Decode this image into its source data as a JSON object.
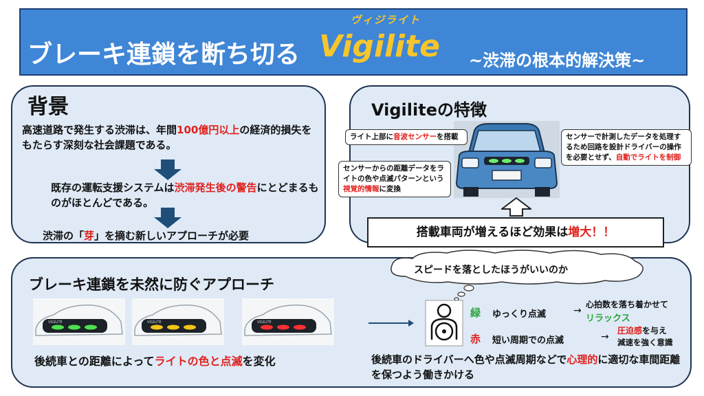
{
  "header": {
    "ruby": "ヴィジライト",
    "title_main": "ブレーキ連鎖を断ち切る",
    "title_brand": "Vigilite",
    "subtitle": "~渋滞の根本的解決策~"
  },
  "background": {
    "heading": "背景",
    "text1_a": "高速道路で発生する渋滞は、年間",
    "text1_b": "100億円以上",
    "text1_c": "の経済的損失をもたらす深刻な社会課題である。",
    "text2_a": "既存の運転支援システムは",
    "text2_b": "渋滞発生後の警告",
    "text2_c": "にとどまるものがほとんどである。",
    "text3_a": "渋滞の「",
    "text3_b": "芽",
    "text3_c": "」を摘む新しいアプローチが必要"
  },
  "features": {
    "heading": "Vigiliteの特徴",
    "callout_a_1": "ライト上部に",
    "callout_a_2": "音波センサー",
    "callout_a_3": "を搭載",
    "callout_b_1": "センサーからの距離データをライトの色や点滅パターンという",
    "callout_b_2": "視覚的情報",
    "callout_b_3": "に変換",
    "callout_c_1": "センサーで計測したデータを処理するため回路を設計ドライバーの操作を必要とせず、",
    "callout_c_2": "自動でライトを制御",
    "effect_a": "搭載車両が増えるほど効果は",
    "effect_b": "増大！！"
  },
  "approach": {
    "heading": "ブレーキ連鎖を未然に防ぐアプローチ",
    "caption_left_a": "後続車との距離によって",
    "caption_left_b": "ライトの色と点滅",
    "caption_left_c": "を変化",
    "thought": "スピードを落としたほうがいいのか",
    "row1_color": "緑",
    "row1_desc": "ゆっくり点滅",
    "row1_arrow": "→",
    "row1_effect1": "心拍数を落ち着かせて",
    "row1_effect2": "リラックス",
    "row2_color": "赤",
    "row2_desc": "短い周期での点滅",
    "row2_arrow": "→",
    "row2_effect1": "圧迫感",
    "row2_effect1b": "を与え",
    "row2_effect2": "減速を強く意識",
    "caption_right_a": "後続車のドライバーへ色や点滅周期などで",
    "caption_right_b": "心理的",
    "caption_right_c": "に適切な車間距離を保つよう働きかける",
    "bar_label": "VIGILITE"
  },
  "colors": {
    "banner": "#3f86d6",
    "brand": "#f7c52c",
    "accent_red": "#e0201c",
    "accent_green": "#2aa43a",
    "panel": "#dfeaf6"
  }
}
